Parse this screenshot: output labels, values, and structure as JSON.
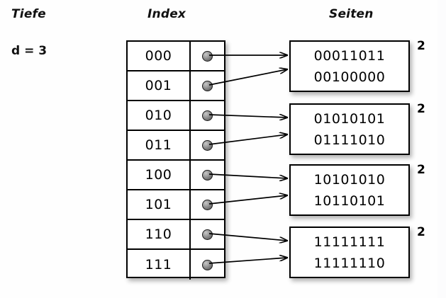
{
  "headers": {
    "depth": "Tiefe",
    "index": "Index",
    "pages": "Seiten"
  },
  "depth": {
    "label": "d = 3"
  },
  "index_table": {
    "rows": [
      {
        "key": "000",
        "pointer_icon": "pointer-dot-icon",
        "target": 0
      },
      {
        "key": "001",
        "pointer_icon": "pointer-dot-icon",
        "target": 0
      },
      {
        "key": "010",
        "pointer_icon": "pointer-dot-icon",
        "target": 1
      },
      {
        "key": "011",
        "pointer_icon": "pointer-dot-icon",
        "target": 1
      },
      {
        "key": "100",
        "pointer_icon": "pointer-dot-icon",
        "target": 2
      },
      {
        "key": "101",
        "pointer_icon": "pointer-dot-icon",
        "target": 2
      },
      {
        "key": "110",
        "pointer_icon": "pointer-dot-icon",
        "target": 3
      },
      {
        "key": "111",
        "pointer_icon": "pointer-dot-icon",
        "target": 3
      }
    ]
  },
  "pages": [
    {
      "line1": "00011011",
      "line2": "00100000",
      "count": "2"
    },
    {
      "line1": "01010101",
      "line2": "01111010",
      "count": "2"
    },
    {
      "line1": "10101010",
      "line2": "10110101",
      "count": "2"
    },
    {
      "line1": "11111111",
      "line2": "11111110",
      "count": "2"
    }
  ],
  "colors": {
    "background": "#fefefe",
    "stroke": "#000000",
    "text": "#000000",
    "pointer_dot": "#8a8a8a",
    "shadow": "rgba(0,0,0,0.30)"
  }
}
